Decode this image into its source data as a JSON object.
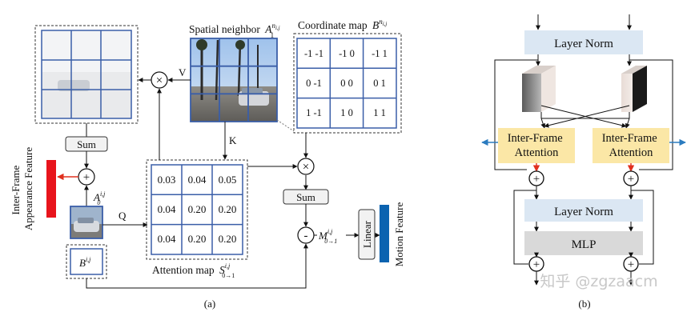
{
  "figure_a": {
    "spatial_neighbor_label": "Spatial neighbor",
    "spatial_neighbor_sym": "A",
    "spatial_neighbor_sup": "n",
    "spatial_neighbor_sup2": "i,j",
    "spatial_neighbor_sub": "1",
    "coord_map_label": "Coordinate map",
    "coord_map_sym": "B",
    "coord_map_sup": "n",
    "coord_map_sup2": "i,j",
    "coord_map_cells": [
      "-1 -1",
      "-1 0",
      "-1 1",
      "0 -1",
      "0 0",
      "0 1",
      "1 -1",
      "1 0",
      "1 1"
    ],
    "attention_cells": [
      "0.03",
      "0.04",
      "0.05",
      "0.04",
      "0.20",
      "0.20",
      "0.04",
      "0.20",
      "0.20"
    ],
    "attention_map_label": "Attention map",
    "attention_sym": "S",
    "attention_sup": "i,j",
    "attention_sub": "0→1",
    "sum_left": "Sum",
    "sum_right": "Sum",
    "times_symbol": "×",
    "plus_symbol": "+",
    "minus_symbol": "-",
    "v_label": "V",
    "k_label": "K",
    "q_label": "Q",
    "a0_sym": "A",
    "a0_sup": "i,j",
    "a0_sub": "0",
    "b_sym": "B",
    "b_sup": "i,j",
    "m_sym": "M",
    "m_sup": "i,j",
    "m_sub": "0→1",
    "linear_label": "Linear",
    "inter_frame_feature_line1": "Inter-Frame",
    "inter_frame_feature_line2": "Appearance Feature",
    "motion_feature_label": "Motion Feature",
    "caption": "(a)"
  },
  "figure_b": {
    "layer_norm_top": "Layer Norm",
    "inter_frame_attn_left_line1": "Inter-Frame",
    "inter_frame_attn_left_line2": "Attention",
    "inter_frame_attn_right_line1": "Inter-Frame",
    "inter_frame_attn_right_line2": "Attention",
    "layer_norm_bottom": "Layer Norm",
    "mlp_label": "MLP",
    "caption": "(b)"
  },
  "watermark": "知乎 @zgzaacm",
  "colors": {
    "grid_blue": "#3a5ea8",
    "red_feature": "#e8141c",
    "blue_feature": "#0b63b0",
    "layer_norm_fill": "#dbe7f3",
    "attention_fill": "#fbe7a6",
    "mlp_fill": "#d9d9d9",
    "red_arrow": "#e0301e",
    "blue_arrow": "#2b7bbf"
  }
}
